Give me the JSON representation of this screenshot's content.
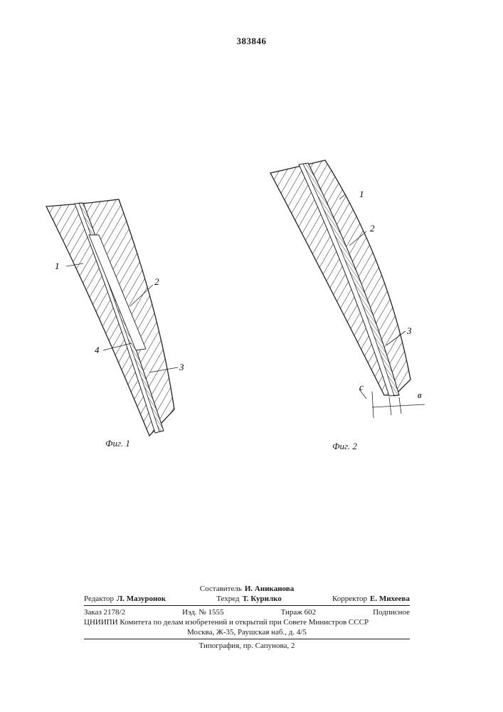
{
  "page_number": "383846",
  "figures": [
    {
      "caption": "Фиг. 1",
      "labels": {
        "l1": "1",
        "l2": "2",
        "l3": "3",
        "l4": "4"
      }
    },
    {
      "caption": "Фиг. 2",
      "labels": {
        "l1": "1",
        "l2": "2",
        "l3": "3",
        "c": "c",
        "b": "в"
      }
    }
  ],
  "imprint": {
    "compiler_role": "Составитель",
    "compiler_name": "И. Аниканова",
    "editor_role": "Редактор",
    "editor_name": "Л. Мазуронок",
    "techred_role": "Техред",
    "techred_name": "Т. Курилко",
    "corrector_role": "Корректор",
    "corrector_name": "Е. Михеева",
    "order": "Заказ 2178/2",
    "edition": "Изд. № 1555",
    "print_run": "Тираж 602",
    "subscription": "Подписное",
    "institute": "ЦНИИПИ Комитета по делам изобретений и открытий при Совете Министров СССР",
    "address": "Москва, Ж-35, Раушская наб., д. 4/5",
    "printing_house": "Типография, пр. Сапунова, 2"
  }
}
